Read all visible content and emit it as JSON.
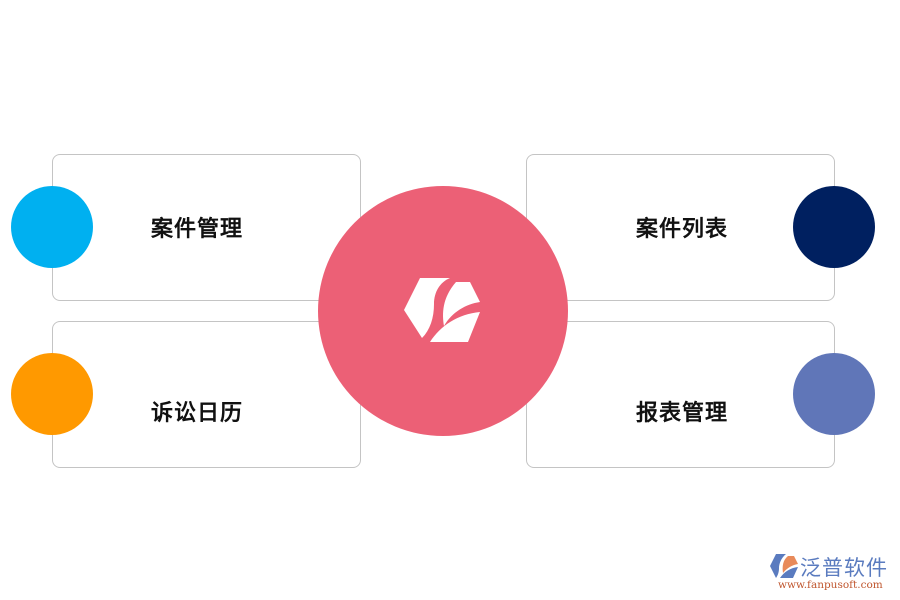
{
  "diagram": {
    "center": {
      "icon": "brand-hexagon-logo-icon",
      "color": "#ec6076"
    },
    "items": [
      {
        "label": "案件管理",
        "color": "#00b0f0",
        "side": "left",
        "position": "top"
      },
      {
        "label": "诉讼日历",
        "color": "#ff9900",
        "side": "left",
        "position": "bottom"
      },
      {
        "label": "案件列表",
        "color": "#002060",
        "side": "right",
        "position": "top"
      },
      {
        "label": "报表管理",
        "color": "#6076b8",
        "side": "right",
        "position": "bottom"
      }
    ]
  },
  "watermark": {
    "title": "泛普软件",
    "url": "www.fanpusoft.com",
    "icon": "fanpu-logo-icon"
  }
}
